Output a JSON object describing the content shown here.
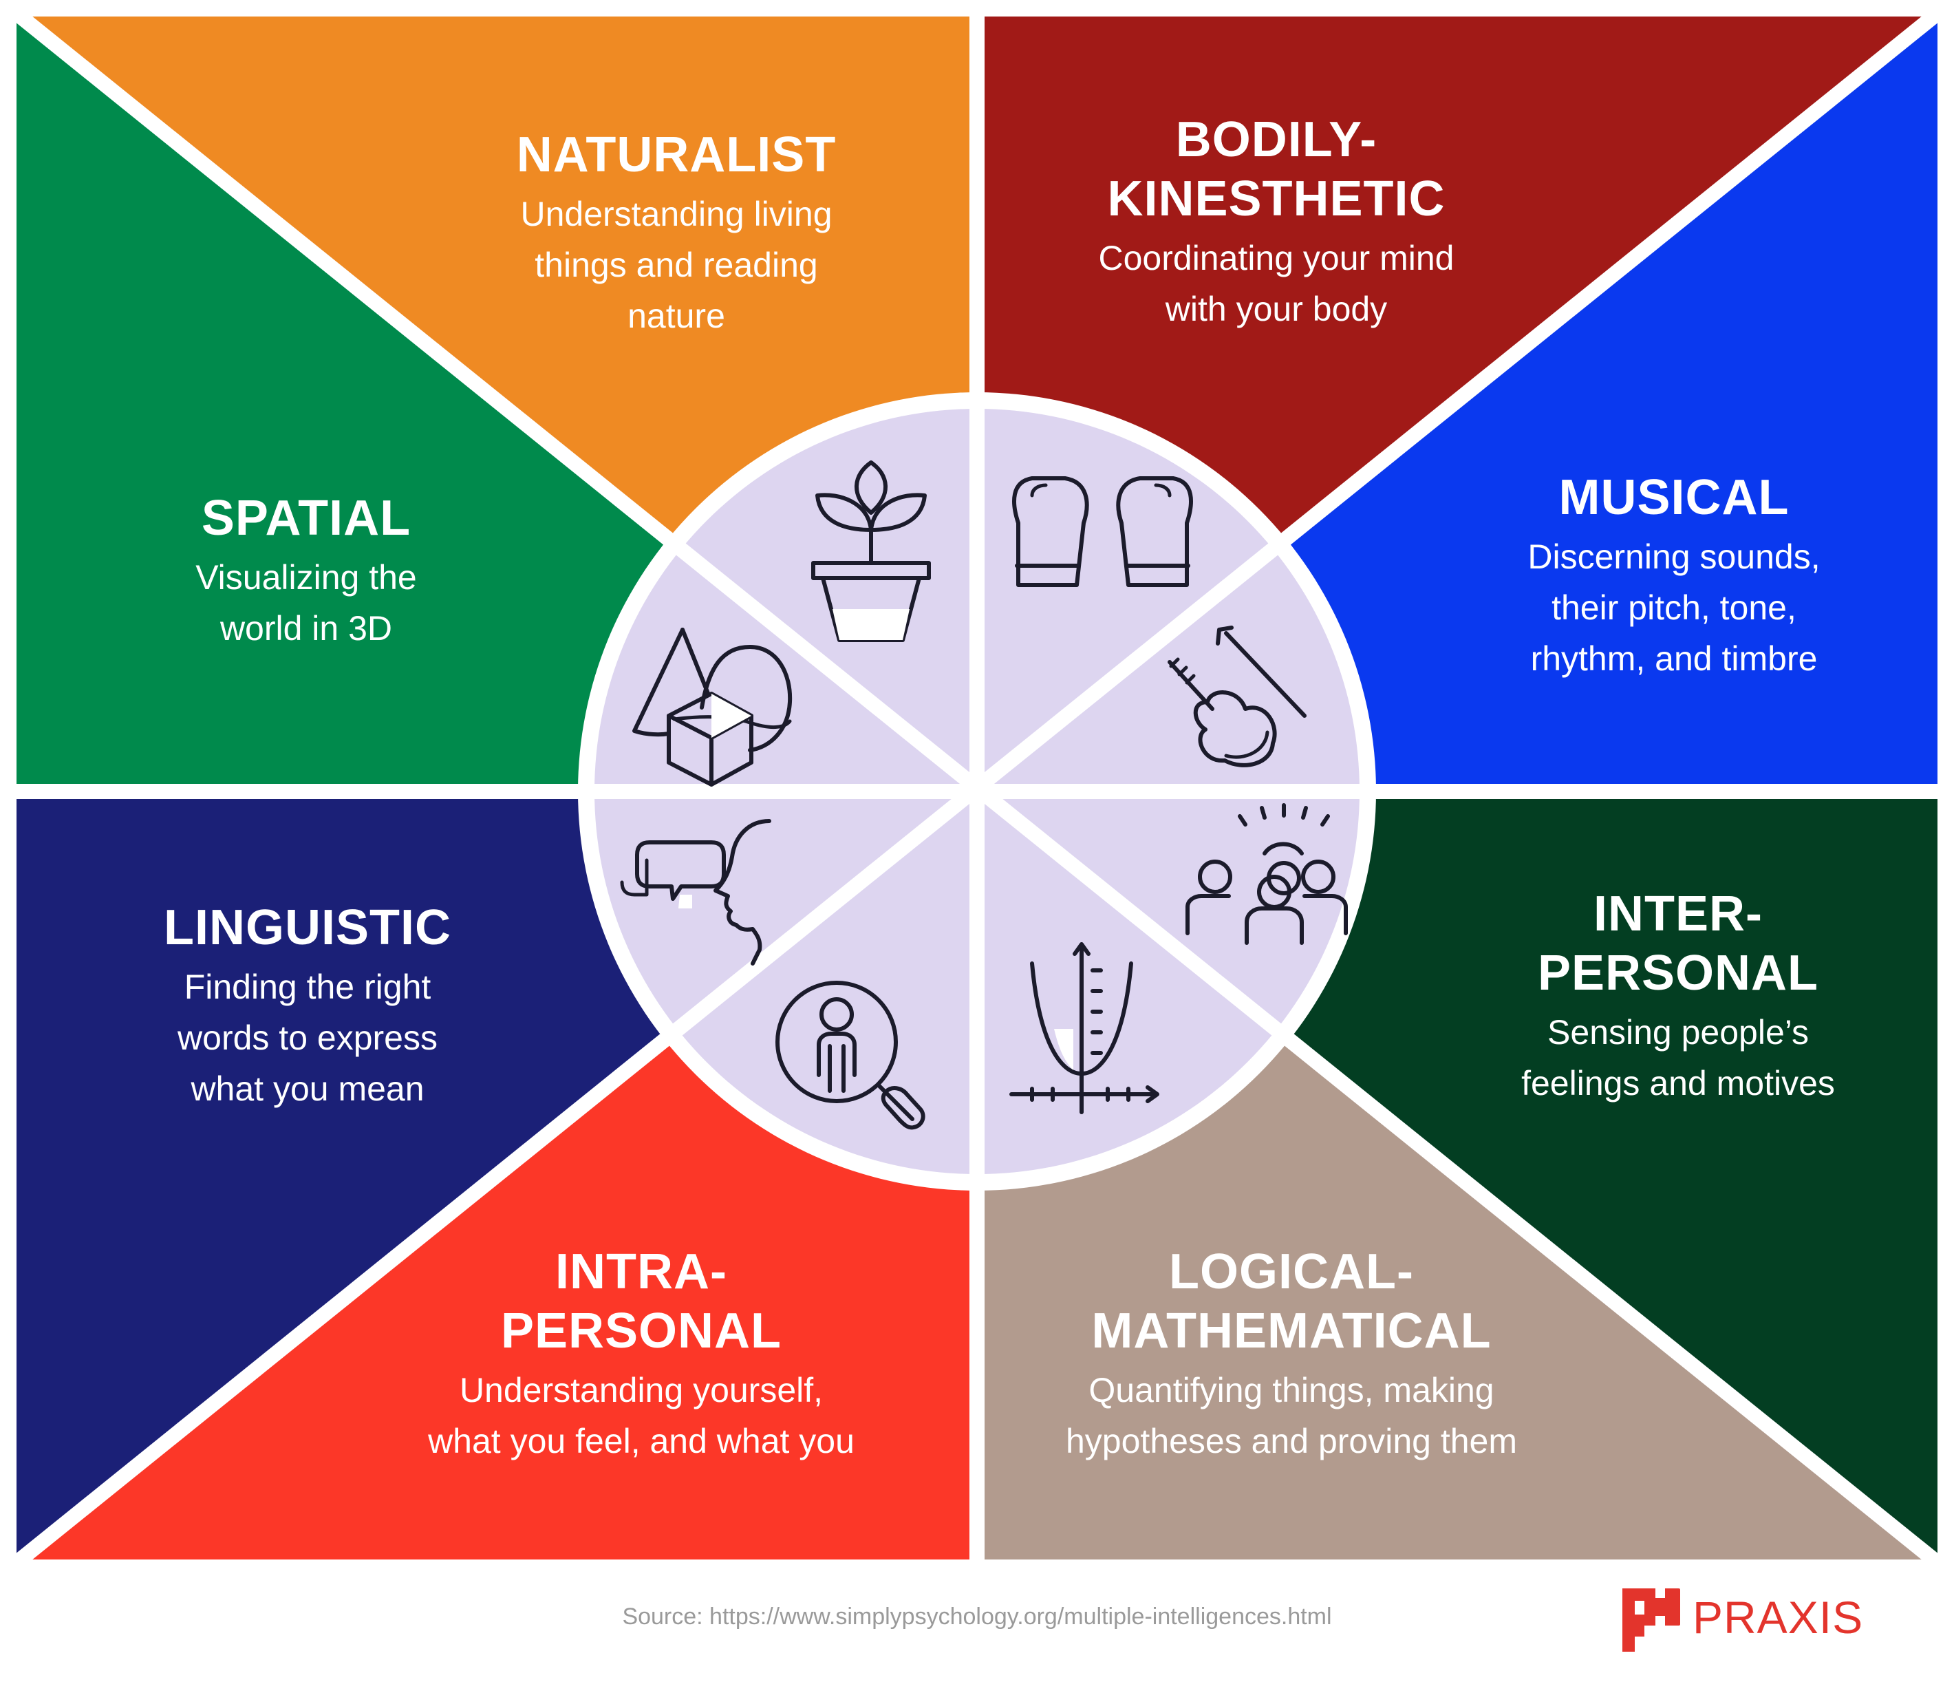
{
  "colors": {
    "naturalist": "#ef8a23",
    "bodily": "#a11a17",
    "musical": "#0a39ef",
    "interpersonal": "#033e22",
    "logical": "#b29b8e",
    "intrapersonal": "#fc3728",
    "linguistic": "#1b2077",
    "spatial": "#008a4c",
    "hub": "#ddd5f0",
    "icon_stroke": "#1b1b2b",
    "brand": "#e3342c"
  },
  "sections": {
    "naturalist": {
      "title_lines": [
        "NATURALIST"
      ],
      "desc_lines": [
        "Understanding living",
        "things and reading",
        "nature"
      ],
      "icon": "potted-plant-icon"
    },
    "bodily": {
      "title_lines": [
        "BODILY-",
        "KINESTHETIC"
      ],
      "desc_lines": [
        "Coordinating your mind",
        "with your body"
      ],
      "icon": "boxing-gloves-icon"
    },
    "musical": {
      "title_lines": [
        "MUSICAL"
      ],
      "desc_lines": [
        "Discerning sounds,",
        "their pitch, tone,",
        "rhythm, and timbre"
      ],
      "icon": "violin-icon"
    },
    "interpersonal": {
      "title_lines": [
        "INTER-",
        "PERSONAL"
      ],
      "desc_lines": [
        "Sensing people’s",
        "feelings and motives"
      ],
      "icon": "group-of-people-icon"
    },
    "logical": {
      "title_lines": [
        "LOGICAL-",
        "MATHEMATICAL"
      ],
      "desc_lines": [
        "Quantifying things, making",
        "hypotheses and proving them"
      ],
      "icon": "parabola-graph-icon"
    },
    "intrapersonal": {
      "title_lines": [
        "INTRA-",
        "PERSONAL"
      ],
      "desc_lines": [
        "Understanding yourself,",
        "what you feel, and what you"
      ],
      "icon": "person-magnifier-icon"
    },
    "linguistic": {
      "title_lines": [
        "LINGUISTIC"
      ],
      "desc_lines": [
        "Finding the right",
        "words to express",
        "what you mean"
      ],
      "icon": "speech-profile-icon"
    },
    "spatial": {
      "title_lines": [
        "SPATIAL"
      ],
      "desc_lines": [
        "Visualizing the",
        "world in 3D"
      ],
      "icon": "geometric-shapes-icon"
    }
  },
  "footer": {
    "source": "Source: https://www.simplypsychology.org/multiple-intelligences.html",
    "brand": "PRAXIS",
    "logo_icon": "praxis-logo-icon"
  }
}
